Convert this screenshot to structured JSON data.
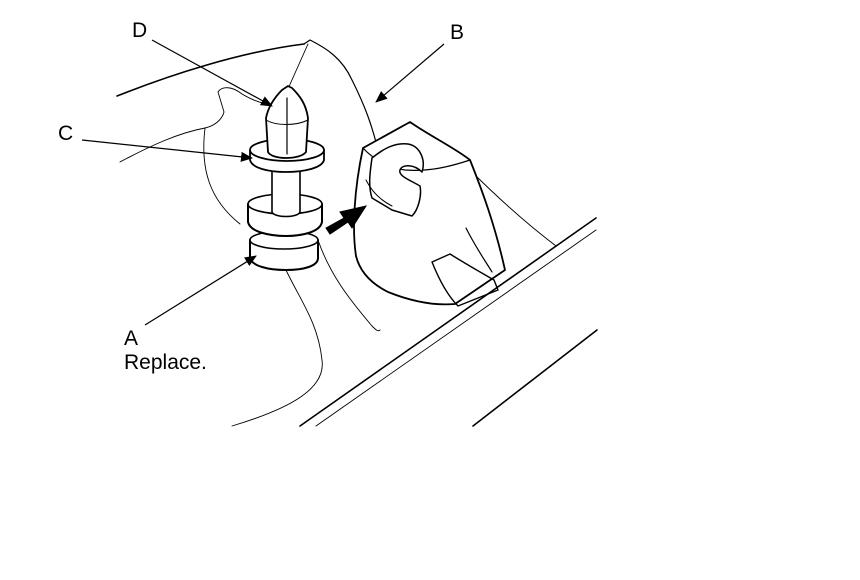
{
  "callouts": {
    "a": {
      "letter": "A",
      "note": "Replace."
    },
    "b": {
      "letter": "B"
    },
    "c": {
      "letter": "C"
    },
    "d": {
      "letter": "D"
    }
  },
  "colors": {
    "line": "#000000",
    "background": "#ffffff",
    "fill": "#ffffff"
  }
}
